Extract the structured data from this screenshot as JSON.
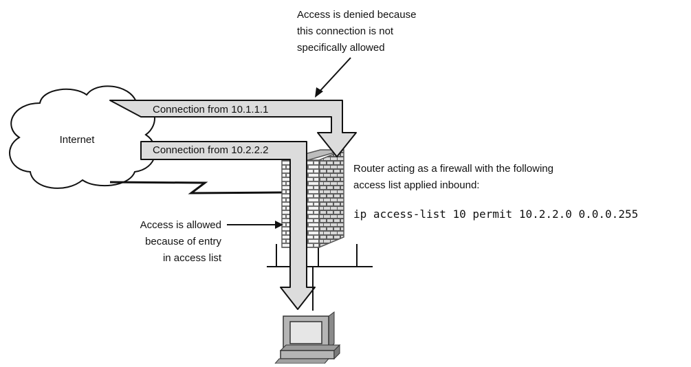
{
  "diagram": {
    "cloud_label": "Internet",
    "connection_1_label": "Connection from 10.1.1.1",
    "connection_2_label": "Connection from 10.2.2.2",
    "denied_note": [
      "Access is denied because",
      "this connection is not",
      "specifically allowed"
    ],
    "allowed_note": [
      "Access is allowed",
      "because of entry",
      "in access list"
    ],
    "router_note": [
      "Router acting as a firewall with the following",
      "access list applied inbound:"
    ],
    "acl_command": "ip access-list 10 permit 10.2.2.0 0.0.0.255"
  },
  "colors": {
    "ink": "#111111",
    "arrow_fill": "#dcdcdc",
    "brick": "#6e6e6e",
    "wall_top": "#bdbdbd",
    "computer": "#8a8a8a"
  }
}
